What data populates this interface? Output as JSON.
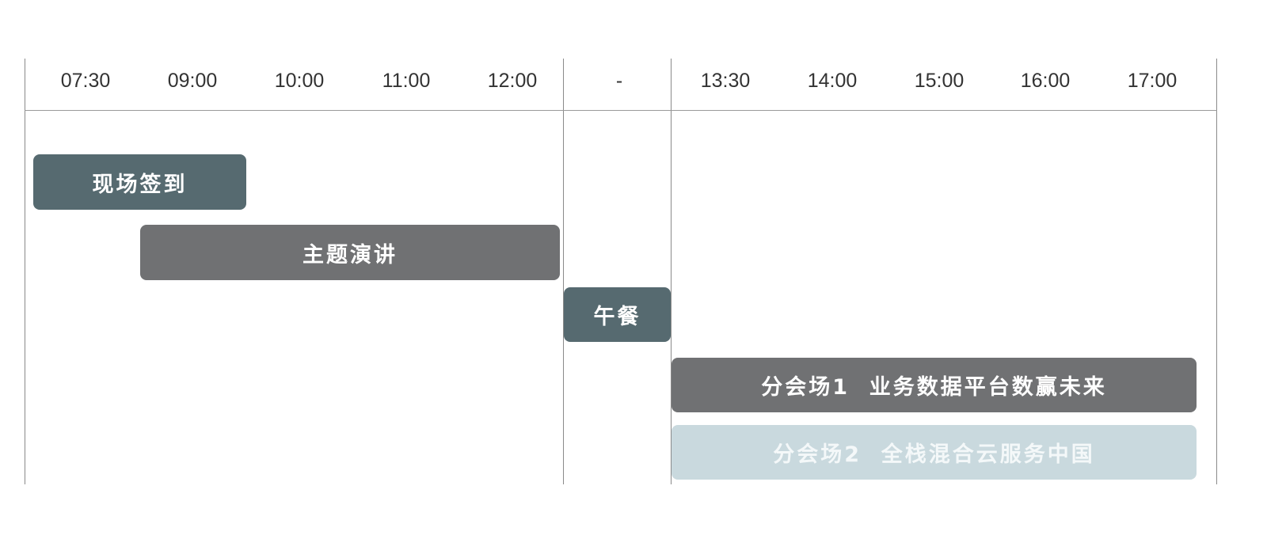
{
  "header": {
    "morning_ticks": [
      "07:30",
      "09:00",
      "10:00",
      "11:00",
      "12:00"
    ],
    "break_tick": "-",
    "afternoon_ticks": [
      "13:30",
      "14:00",
      "15:00",
      "16:00",
      "17:00"
    ]
  },
  "sessions": [
    {
      "label": "现场签到",
      "color": "#566a70",
      "text_color": "#ffffff"
    },
    {
      "label": "主题演讲",
      "color": "#707173",
      "text_color": "#ffffff"
    },
    {
      "label": "午餐",
      "color": "#566a70",
      "text_color": "#ffffff"
    },
    {
      "label": "分会场1  业务数据平台数赢未来",
      "color": "#707173",
      "text_color": "#ffffff"
    },
    {
      "label": "分会场2  全栈混合云服务中国",
      "color": "#c9d9de",
      "text_color": "#f4f8f9"
    }
  ]
}
